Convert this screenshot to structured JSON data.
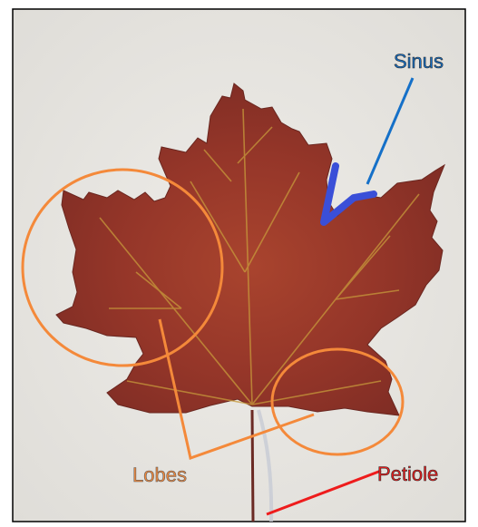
{
  "labels": {
    "sinus": "Sinus",
    "lobes": "Lobes",
    "petiole": "Petiole"
  },
  "colors": {
    "sinus": "#1570C8",
    "sinus_marker": "#3A4FD8",
    "lobes": "#F4893A",
    "petiole": "#EE1C1C",
    "background": "#E8E6E1",
    "leaf": "#9A3A2C"
  }
}
